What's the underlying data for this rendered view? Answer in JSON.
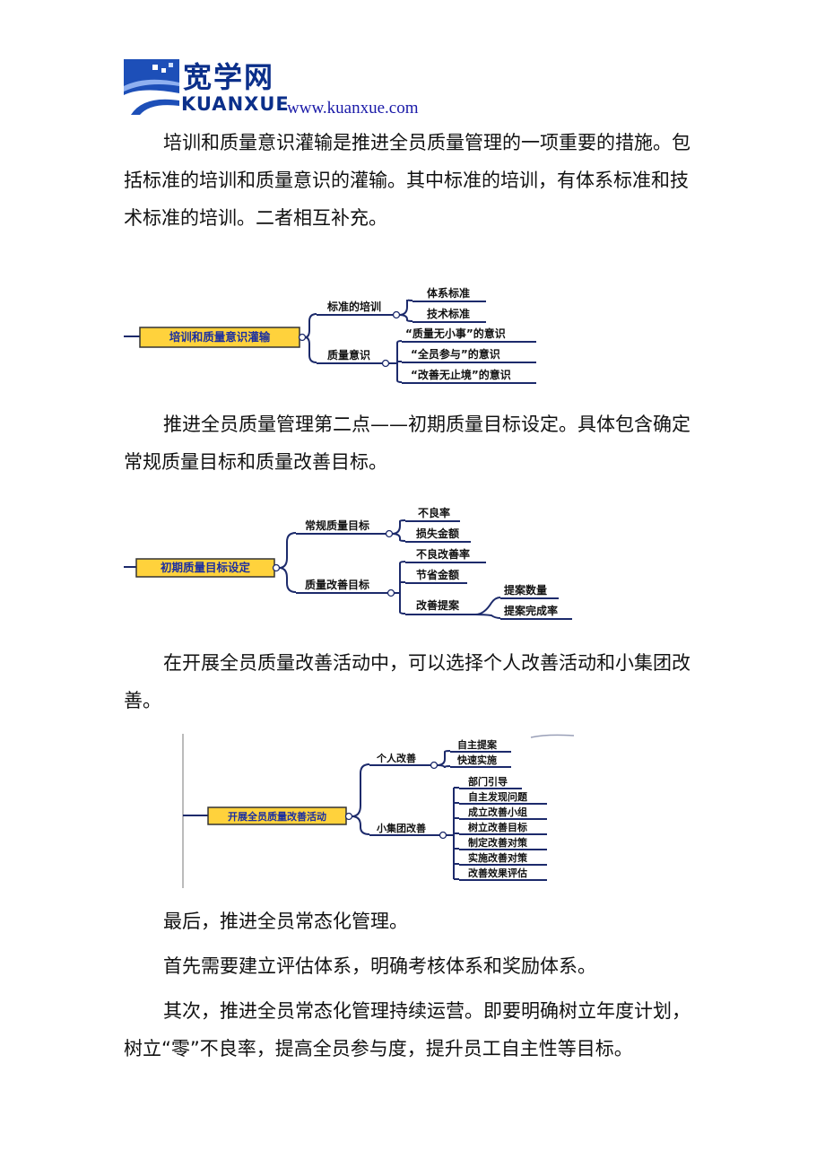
{
  "header": {
    "logo_cn": "宽学网",
    "logo_en": "KUANXUE",
    "url": "www.kuanxue.com"
  },
  "paragraphs": {
    "p1": "培训和质量意识灌输是推进全员质量管理的一项重要的措施。包括标准的培训和质量意识的灌输。其中标准的培训，有体系标准和技术标准的培训。二者相互补充。",
    "p2": "推进全员质量管理第二点——初期质量目标设定。具体包含确定常规质量目标和质量改善目标。",
    "p3": "在开展全员质量改善活动中，可以选择个人改善活动和小集团改善。",
    "p4": "最后，推进全员常态化管理。",
    "p5": "首先需要建立评估体系，明确考核体系和奖励体系。",
    "p6": "其次，推进全员常态化管理持续运营。即要明确树立年度计划，树立“零”不良率，提高全员参与度，提升员工自主性等目标。"
  },
  "diagram1": {
    "root": "培训和质量意识灌输",
    "branch_a": "标准的培训",
    "a_items": [
      "体系标准",
      "技术标准"
    ],
    "branch_b": "质量意识",
    "b_items": [
      "“质量无小事”的意识",
      "“全员参与”的意识",
      "“改善无止境”的意识"
    ]
  },
  "diagram2": {
    "root": "初期质量目标设定",
    "branch_a": "常规质量目标",
    "a_items": [
      "不良率",
      "损失金额"
    ],
    "branch_b": "质量改善目标",
    "b_items": [
      "不良改善率",
      "节省金额",
      "改善提案"
    ],
    "proposal_items": [
      "提案数量",
      "提案完成率"
    ]
  },
  "diagram3": {
    "root": "开展全员质量改善活动",
    "branch_a": "个人改善",
    "a_items": [
      "自主提案",
      "快速实施"
    ],
    "branch_b": "小集团改善",
    "b_items": [
      "部门引导",
      "自主发现问题",
      "成立改善小组",
      "树立改善目标",
      "制定改善对策",
      "实施改善对策",
      "改善效果评估"
    ]
  },
  "colors": {
    "root_fill": "#ffd23c",
    "line": "#1c2a6b",
    "logo": "#0b2f8a",
    "url": "#1a1aa8"
  }
}
